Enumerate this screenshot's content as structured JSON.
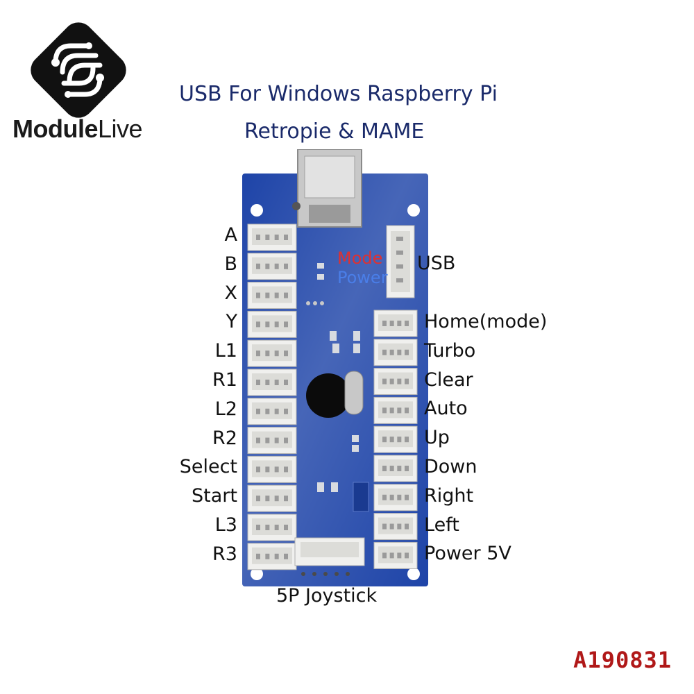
{
  "logo": {
    "name_bold": "Module",
    "name_light": "Live"
  },
  "title": {
    "line1": "USB For Windows Raspberry Pi",
    "line2": "Retropie & MAME"
  },
  "left_labels": [
    "A",
    "B",
    "X",
    "Y",
    "L1",
    "R1",
    "L2",
    "R2",
    "Select",
    "Start",
    "L3",
    "R3"
  ],
  "right_labels": [
    "USB",
    "Home(mode)",
    "Turbo",
    "Clear",
    "Auto",
    "Up",
    "Down",
    "Right",
    "Left",
    "Power 5V"
  ],
  "board_labels": {
    "mode": "Mode",
    "power": "Power"
  },
  "bottom_label": "5P Joystick",
  "product_code": "A190831",
  "colors": {
    "board": "#1e44a8",
    "connector": "#f0f0ee",
    "title": "#1a2a6a",
    "code": "#b01818",
    "mode": "#e03030",
    "power": "#4a7ee8"
  }
}
